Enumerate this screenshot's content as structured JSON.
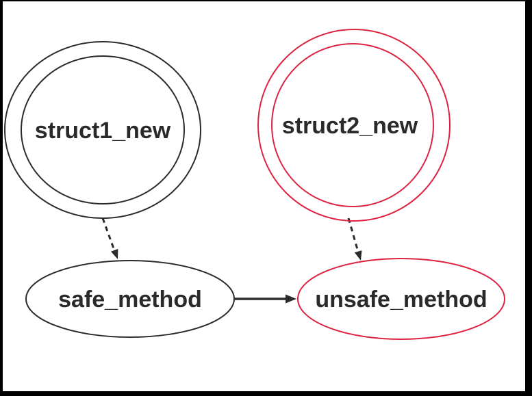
{
  "diagram": {
    "kind": "call-graph",
    "colors": {
      "frame": "#000000",
      "background": "#ffffff",
      "black": "#2d2a2c",
      "red": "#dd2340",
      "text": "#2b292b"
    },
    "nodes": [
      {
        "id": "struct1_new",
        "label": "struct1_new",
        "shape": "doublecircle",
        "stroke": "black"
      },
      {
        "id": "struct2_new",
        "label": "struct2_new",
        "shape": "doublecircle",
        "stroke": "red"
      },
      {
        "id": "safe_method",
        "label": "safe_method",
        "shape": "ellipse",
        "stroke": "black"
      },
      {
        "id": "unsafe_method",
        "label": "unsafe_method",
        "shape": "ellipse",
        "stroke": "red"
      }
    ],
    "edges": [
      {
        "from": "struct1_new",
        "to": "safe_method",
        "style": "dashed",
        "color": "black"
      },
      {
        "from": "struct2_new",
        "to": "unsafe_method",
        "style": "dashed",
        "color": "black"
      },
      {
        "from": "safe_method",
        "to": "unsafe_method",
        "style": "solid",
        "color": "black"
      }
    ]
  }
}
